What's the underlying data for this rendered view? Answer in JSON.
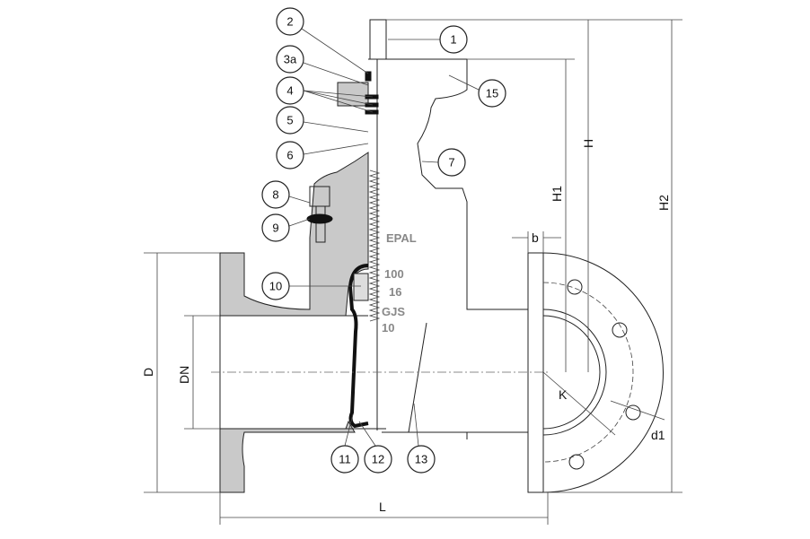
{
  "callouts": [
    "1",
    "2",
    "3a",
    "4",
    "5",
    "6",
    "7",
    "8",
    "9",
    "10",
    "11",
    "12",
    "13",
    "15"
  ],
  "dimensions": {
    "H": "H",
    "H1": "H1",
    "H2": "H2",
    "D": "D",
    "DN": "DN",
    "L": "L",
    "b": "b",
    "K": "K",
    "d1": "d1"
  },
  "casting_marks": [
    "EPAL",
    "100",
    "16",
    "GJS",
    "10"
  ]
}
